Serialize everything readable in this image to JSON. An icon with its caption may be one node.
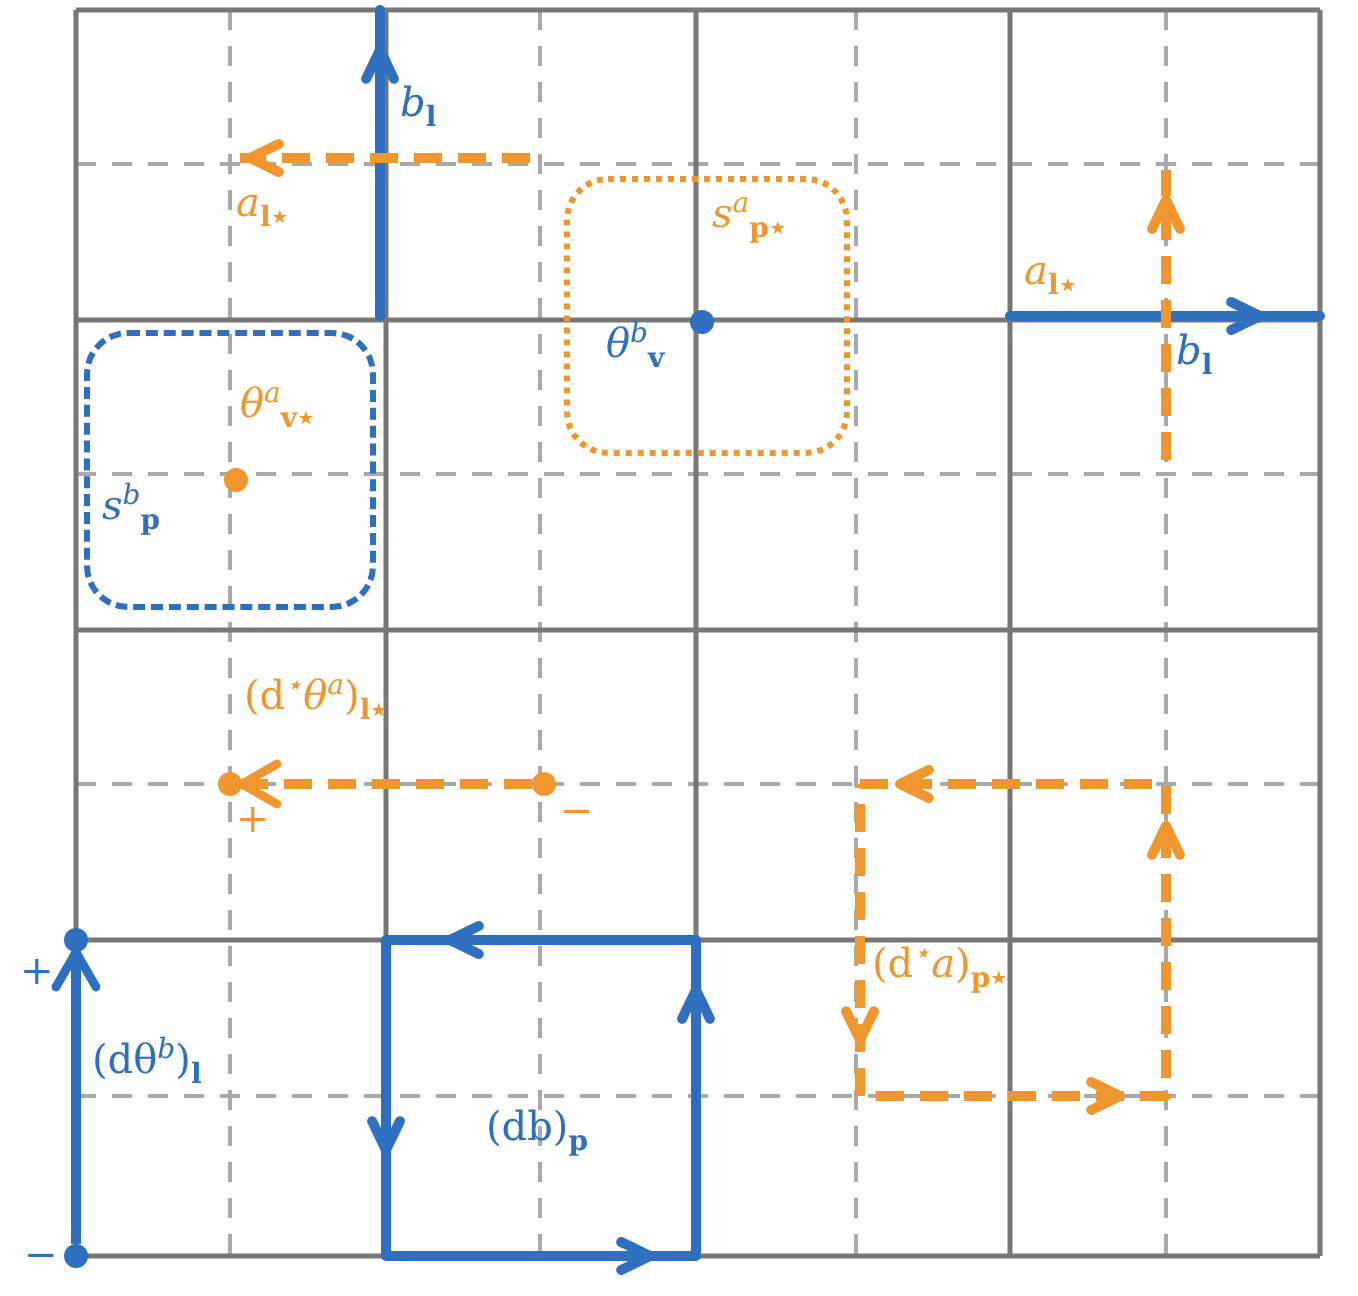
{
  "diagram": {
    "nodes": [
      {
        "text": [
          "*s*$^{b}$$_{p}$"
        ]
      },
      {
        "text": [],
        "shape": "circle",
        "in": 0,
        "beside": [
          "*θ*$^{a}$$_{v⋆}$"
        ]
      },
      {
        "text": [
          "*s*$^{a}$$_{p⋆}$"
        ]
      },
      {
        "text": [],
        "shape": "circle",
        "in": 2,
        "beside": [
          "*θ*$^{b}$$_{v}$"
        ]
      },
      {
        "text": [],
        "shape": "circle",
        "beside": [
          "+"
        ]
      },
      {
        "text": [],
        "shape": "circle",
        "beside": [
          "−"
        ]
      },
      {
        "text": [],
        "shape": "circle",
        "beside": [
          "+"
        ]
      },
      {
        "text": [],
        "shape": "circle",
        "beside": [
          "−"
        ]
      }
    ],
    "edges": [
      {
        "from": 5,
        "to": 4,
        "arrow": "to",
        "label": "(d$^{⋆}$*θ*$^{a}$)$_{l⋆}$",
        "style": "dashed",
        "color": "#f0962e"
      },
      {
        "from": 7,
        "to": 6,
        "arrow": "to",
        "label": "(dθ$^{b}$)$_{l}$",
        "color": "#2e6fbf"
      }
    ],
    "labels": [
      "*b*$_{l}$",
      "*a*$_{l⋆}$",
      "*a*$_{l⋆}$",
      "*b*$_{l}$",
      "(d$^{⋆}$*a*)$_{p⋆}$",
      "(db)$_{p}$"
    ]
  }
}
